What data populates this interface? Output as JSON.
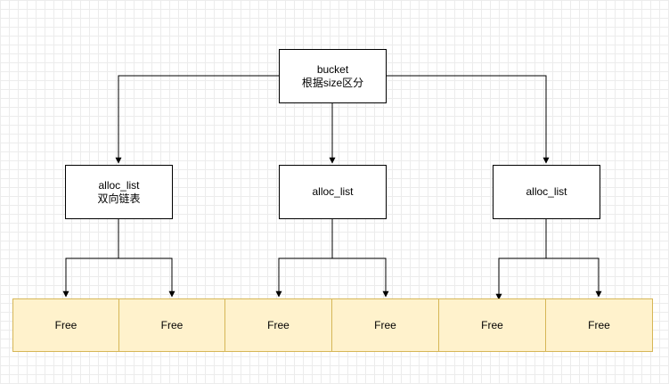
{
  "diagram": {
    "root": {
      "line1": "bucket",
      "line2": "根据size区分"
    },
    "lists": [
      {
        "line1": "alloc_list",
        "line2": "双向链表"
      },
      {
        "line1": "alloc_list",
        "line2": ""
      },
      {
        "line1": "alloc_list",
        "line2": ""
      }
    ],
    "free_blocks": [
      "Free",
      "Free",
      "Free",
      "Free",
      "Free",
      "Free"
    ],
    "colors": {
      "free_fill": "#fff2cc",
      "free_border": "#d6b656",
      "line": "#000000"
    }
  }
}
